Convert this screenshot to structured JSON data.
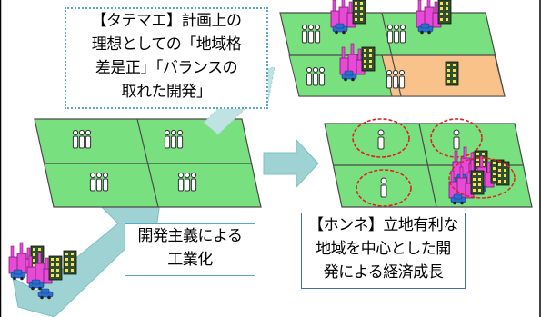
{
  "title": "",
  "labels": {
    "ideal": [
      "【タテマエ】計画上の",
      "理想としての「地域格",
      "差是正」「バランスの",
      "取れた開発」"
    ],
    "industrialization": [
      "開発主義による",
      "工業化"
    ],
    "real": [
      "【ホンネ】立地有利な",
      "地域を中心とした開",
      "発による経済成長"
    ]
  },
  "colors": {
    "ground": "#78e07e",
    "ground_edge": "#4a4a4a",
    "highlight_cell": "#f8c28a",
    "arrow": "#9fd3d3",
    "factory": "#e64ad6",
    "building": "#2f4f2f",
    "car": "#2a6fd0",
    "ring": "#e02020",
    "border_dotted": "#5aa9c4",
    "border_blue": "#3d6fb7"
  },
  "icons": [
    "people-icon",
    "factory-icon",
    "office-building-icon",
    "car-icon",
    "person-icon"
  ]
}
